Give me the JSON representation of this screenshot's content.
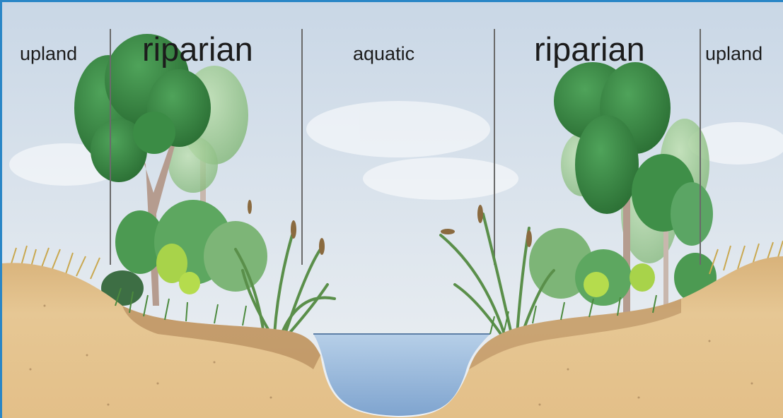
{
  "zones": {
    "upland_left": "upland",
    "riparian_left": "riparian",
    "aquatic": "aquatic",
    "riparian_right": "riparian",
    "upland_right": "upland"
  },
  "colors": {
    "frame": "#2a86c6",
    "sky_top": "#c9d7e6",
    "sky_bottom": "#eef1f3",
    "soil": "#e0bf8c",
    "soil_dark": "#a77a4d",
    "water": "#a9c6e2",
    "foliage_dark": "#2f7d3a",
    "foliage_light": "#8cc27f",
    "trunk": "#b59c8f",
    "grass": "#c9a850",
    "divider": "#6a6a6a"
  }
}
